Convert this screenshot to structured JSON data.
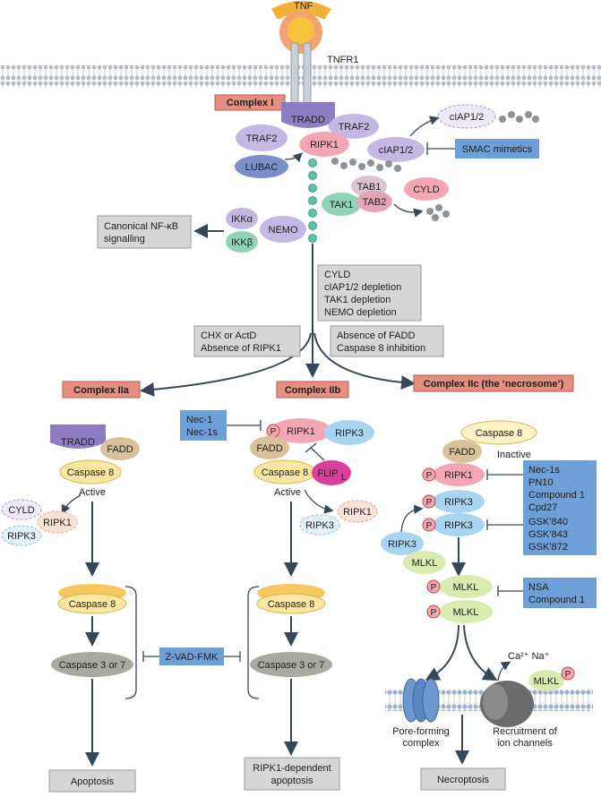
{
  "ligand": {
    "tnf": "TNF",
    "tnfr1": "TNFR1"
  },
  "complex1": {
    "title": "Complex I",
    "tradd": "TRADD",
    "traf2_a": "TRAF2",
    "traf2_b": "TRAF2",
    "ripk1": "RIPK1",
    "lubac": "LUBAC",
    "ciap_top": "cIAP1/2",
    "ciap_mid": "cIAP1/2",
    "smac": "SMAC mimetics",
    "tab1": "TAB1",
    "tab2": "TAB2",
    "tak1": "TAK1",
    "cyld": "CYLD",
    "ikka": "IKKα",
    "ikkb": "IKKβ",
    "nemo": "NEMO",
    "nfkb": [
      "Canonical NF-κB",
      "signalling"
    ]
  },
  "conditions": {
    "top": [
      "CYLD",
      "cIAP1/2 depletion",
      "TAK1 depletion",
      "NEMO depletion"
    ],
    "left": [
      "CHX or ActD",
      "Absence of RIPK1"
    ],
    "right": [
      "Absence of FADD",
      "Caspase 8 inhibition"
    ]
  },
  "complex2a": {
    "title": "Complex IIa",
    "tradd": "TRADD",
    "fadd": "FADD",
    "casp8": "Caspase 8",
    "active": "Active",
    "cyld": "CYLD",
    "ripk1": "RIPK1",
    "ripk3": "RIPK3",
    "casp8_b": "Caspase 8",
    "casp37": "Caspase 3 or 7",
    "outcome": "Apoptosis"
  },
  "zvad": "Z-VAD-FMK",
  "complex2b": {
    "title": "Complex IIb",
    "nec": [
      "Nec-1",
      "Nec-1s"
    ],
    "ripk1": "RIPK1",
    "ripk3": "RIPK3",
    "fadd": "FADD",
    "casp8": "Caspase 8",
    "flip": "FLIP",
    "flip_sub": "L",
    "active": "Active",
    "ripk1_free": "RIPK1",
    "ripk3_free": "RIPK3",
    "casp8_b": "Caspase 8",
    "casp37": "Caspase 3 or 7",
    "outcome": [
      "RIPK1-dependent",
      "apoptosis"
    ]
  },
  "complex2c": {
    "title": "Complex IIc (the ‘necrosome’)",
    "casp8": "Caspase 8",
    "inactive": "Inactive",
    "fadd": "FADD",
    "ripk1": "RIPK1",
    "ripk3_a": "RIPK3",
    "ripk3_b": "RIPK3",
    "ripk3_c": "RIPK3",
    "mlkl_a": "MLKL",
    "mlkl_b": "MLKL",
    "mlkl_c": "MLKL",
    "mlkl_mem": "MLKL",
    "p": "P",
    "inh1": [
      "Nec-1s",
      "PN10",
      "Compound 1",
      "Cpd27"
    ],
    "inh2": [
      "GSK’840",
      "GSK’843",
      "GSK’872"
    ],
    "inh3": [
      "NSA",
      "Compound 1"
    ],
    "ions": "Ca²⁺  Na⁺",
    "pore": [
      "Pore-forming",
      "complex"
    ],
    "recruit": [
      "Recruitment of",
      "ion channels"
    ],
    "outcome": "Necroptosis"
  },
  "colors": {
    "purple": "#8e7cc3",
    "light_purple": "#c4b7e3",
    "green": "#8fd3b8",
    "pink": "#f3a7b4",
    "yellow": "#fde7a0",
    "blue_box": "#6f9fd8",
    "grey_box": "#d6d6d6",
    "red_box": "#e58f80",
    "teal": "#5cc2a8"
  }
}
